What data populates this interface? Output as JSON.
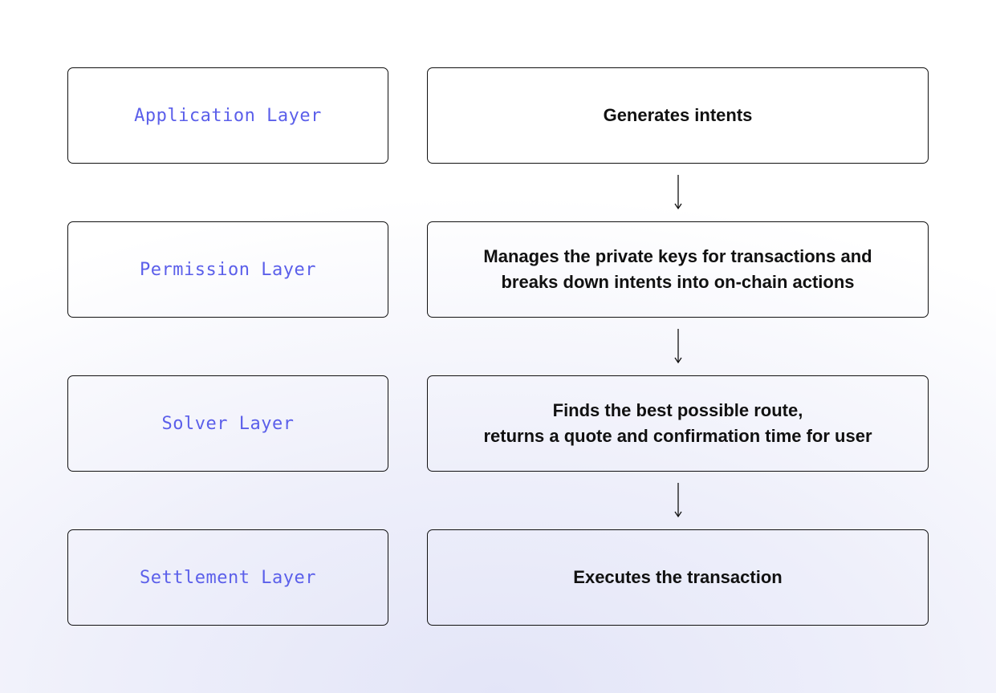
{
  "layers": [
    {
      "label": "Application Layer",
      "description": "Generates intents"
    },
    {
      "label": "Permission Layer",
      "description": "Manages the private keys for transactions and\nbreaks down intents into on-chain actions"
    },
    {
      "label": "Solver Layer",
      "description": "Finds the best possible route,\nreturns a quote and confirmation time for user"
    },
    {
      "label": "Settlement Layer",
      "description": "Executes the transaction"
    }
  ],
  "colors": {
    "layer_label": "#5b5fea",
    "text": "#111111",
    "border": "#111111",
    "background_tint": "#e3e5f8"
  }
}
